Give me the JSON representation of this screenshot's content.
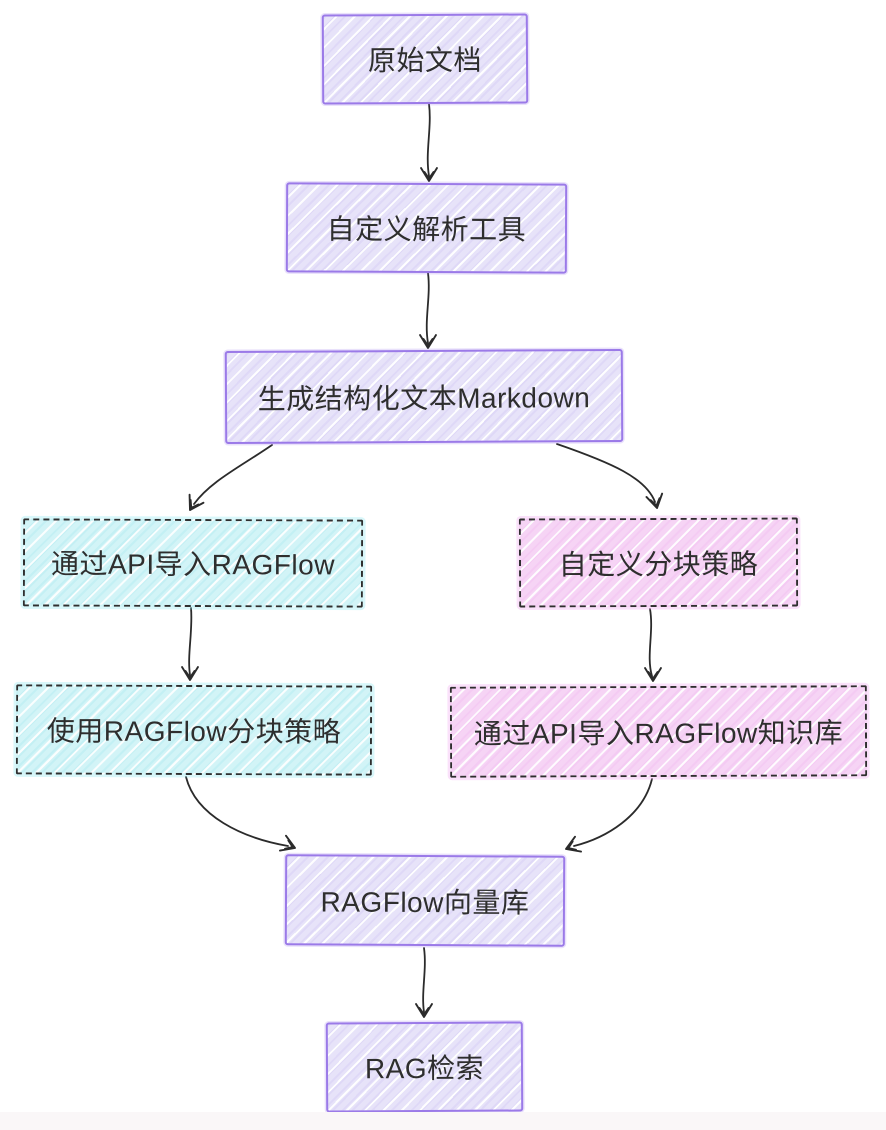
{
  "colors": {
    "canvas_bg": "#ffffff",
    "purple_border": "#9b7ae8",
    "purple_fill": "#e7e3f9",
    "cyan_fill": "#d2f4f7",
    "pink_fill": "#f6d4f5",
    "ink": "#2f2f2f",
    "arrow": "#2b2b2b",
    "text": "#2e2e2e"
  },
  "nodes": [
    {
      "id": "source-doc",
      "label": "原始文档",
      "variant": "purple"
    },
    {
      "id": "custom-parser",
      "label": "自定义解析工具",
      "variant": "purple"
    },
    {
      "id": "structured-markdown",
      "label": "生成结构化文本Markdown",
      "variant": "purple"
    },
    {
      "id": "api-import-ragflow",
      "label": "通过API导入RAGFlow",
      "variant": "cyan"
    },
    {
      "id": "custom-chunk-strategy",
      "label": "自定义分块策略",
      "variant": "pink"
    },
    {
      "id": "ragflow-chunk-strategy",
      "label": "使用RAGFlow分块策略",
      "variant": "cyan"
    },
    {
      "id": "api-import-kb",
      "label": "通过API导入RAGFlow知识库",
      "variant": "pink"
    },
    {
      "id": "ragflow-vector-store",
      "label": "RAGFlow向量库",
      "variant": "purple"
    },
    {
      "id": "rag-retrieval",
      "label": "RAG检索",
      "variant": "purple"
    }
  ],
  "edges": [
    {
      "from": "source-doc",
      "to": "custom-parser"
    },
    {
      "from": "custom-parser",
      "to": "structured-markdown"
    },
    {
      "from": "structured-markdown",
      "to": "api-import-ragflow"
    },
    {
      "from": "structured-markdown",
      "to": "custom-chunk-strategy"
    },
    {
      "from": "api-import-ragflow",
      "to": "ragflow-chunk-strategy"
    },
    {
      "from": "custom-chunk-strategy",
      "to": "api-import-kb"
    },
    {
      "from": "ragflow-chunk-strategy",
      "to": "ragflow-vector-store"
    },
    {
      "from": "api-import-kb",
      "to": "ragflow-vector-store"
    },
    {
      "from": "ragflow-vector-store",
      "to": "rag-retrieval"
    }
  ]
}
